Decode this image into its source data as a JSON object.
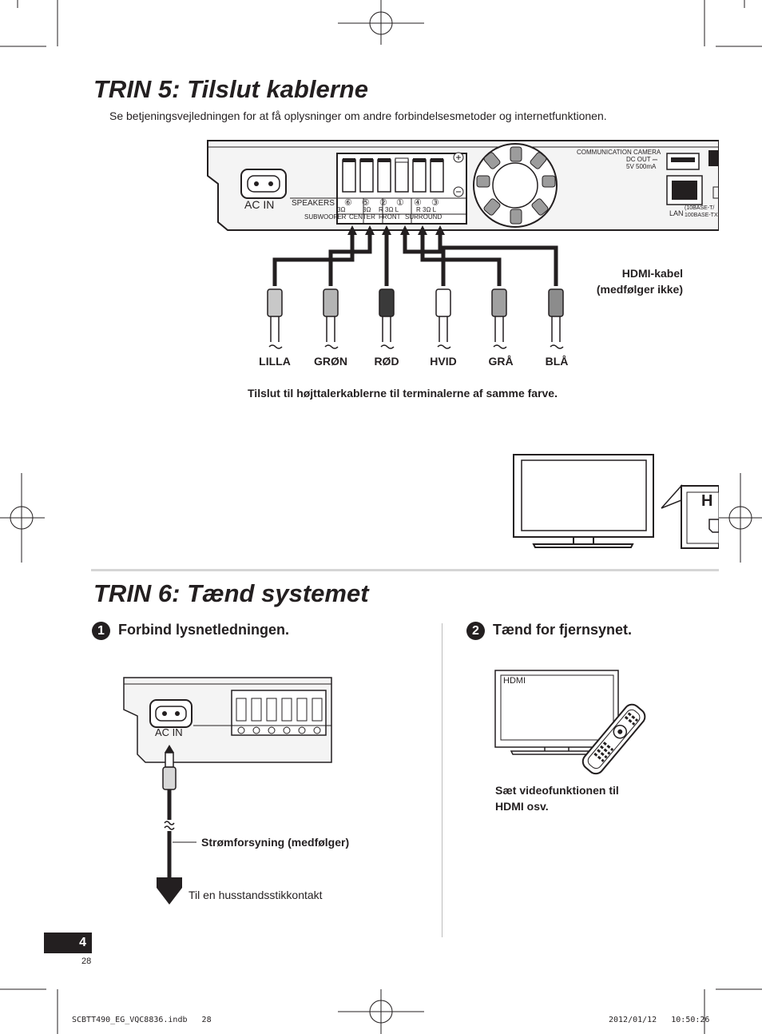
{
  "step5": {
    "title": "TRIN 5: Tilslut kablerne",
    "intro": "Se betjeningsvejledningen for at få oplysninger om andre forbindelsesmetoder og internetfunktionen.",
    "panel": {
      "ac_in": "AC IN",
      "speakers": "SPEAKERS",
      "ohm1": "3Ω",
      "ohm2": "3Ω",
      "r3l_a": "R 3Ω L",
      "r3l_b": "R 3Ω L",
      "subwoofer": "SUBWOOFER",
      "center": "CENTER",
      "front": "FRONT",
      "surround": "SURROUND",
      "n6": "⑥",
      "n5": "⑤",
      "n2": "②",
      "n1": "①",
      "n4": "④",
      "n3": "③",
      "comm_camera": "COMMUNICATION CAMERA",
      "dc_out": "DC OUT ⎓",
      "dc_rating": "5V 500mA",
      "lan": "LAN",
      "base_t": "(10BASE-T/",
      "base_tx": "100BASE-TX"
    },
    "cables": [
      "LILLA",
      "GRØN",
      "RØD",
      "HVID",
      "GRÅ",
      "BLÅ"
    ],
    "hdmi_cable_line1": "HDMI-kabel",
    "hdmi_cable_line2": "(medfølger ikke)",
    "caption": "Tilslut til højttalerkablerne til terminalerne af samme farve.",
    "hdmi_mark": "H"
  },
  "step6": {
    "title": "TRIN 6: Tænd systemet",
    "sub1": {
      "num": "1",
      "text": "Forbind lysnetledningen."
    },
    "sub2": {
      "num": "2",
      "text": "Tænd for fjernsynet."
    },
    "ac_in": "AC IN",
    "power_cord": "Strømforsyning (medfølger)",
    "outlet": "Til en husstandsstikkontakt",
    "tv_input": "HDMI",
    "tv_note_line1": "Sæt videofunktionen til",
    "tv_note_line2": "HDMI osv."
  },
  "footer": {
    "page_number": "4",
    "sub_number": "28",
    "file": "SCBTT490_EG_VQC8836.indb   28",
    "datetime": "2012/01/12   10:50:26"
  }
}
